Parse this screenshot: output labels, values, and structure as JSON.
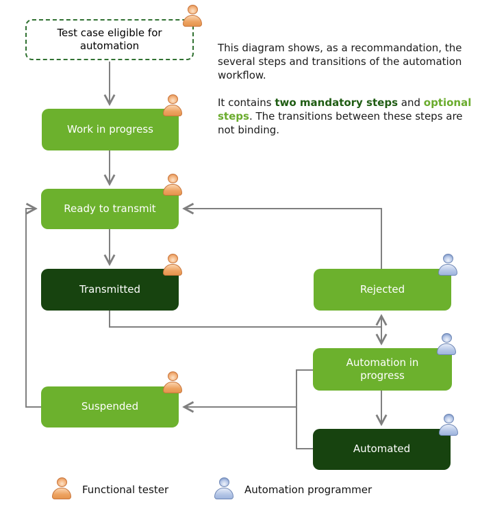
{
  "note": {
    "paragraph1": "This diagram shows, as a recommandation, the several steps and transitions of the automation workflow.",
    "paragraph2": {
      "before": "It contains ",
      "mandatory": "two mandatory steps",
      "between": " and ",
      "optional": "optional steps",
      "after": ". The transitions between these steps are not binding."
    }
  },
  "nodes": [
    {
      "id": "eligible",
      "label": "Test case eligible for automation",
      "style": "start",
      "icon": "functional-tester-icon"
    },
    {
      "id": "work-in-progress",
      "label": "Work in progress",
      "style": "optional",
      "icon": "functional-tester-icon"
    },
    {
      "id": "ready-to-transmit",
      "label": "Ready to transmit",
      "style": "optional",
      "icon": "functional-tester-icon"
    },
    {
      "id": "transmitted",
      "label": "Transmitted",
      "style": "mandatory",
      "icon": "functional-tester-icon"
    },
    {
      "id": "rejected",
      "label": "Rejected",
      "style": "optional",
      "icon": "automation-programmer-icon"
    },
    {
      "id": "automation-in-progress",
      "label": "Automation in progress",
      "style": "optional",
      "icon": "automation-programmer-icon"
    },
    {
      "id": "suspended",
      "label": "Suspended",
      "style": "optional",
      "icon": "functional-tester-icon"
    },
    {
      "id": "automated",
      "label": "Automated",
      "style": "mandatory",
      "icon": "automation-programmer-icon"
    }
  ],
  "legend": {
    "functional_tester": "Functional tester",
    "automation_programmer": "Automation programmer"
  },
  "colors": {
    "optional_step": "#6cb12d",
    "mandatory_step": "#17430f",
    "start_border": "#2f7030",
    "connector": "#7f7f7f",
    "mandatory_text_em": "#1f5c13",
    "optional_text_em": "#6aab2d"
  }
}
